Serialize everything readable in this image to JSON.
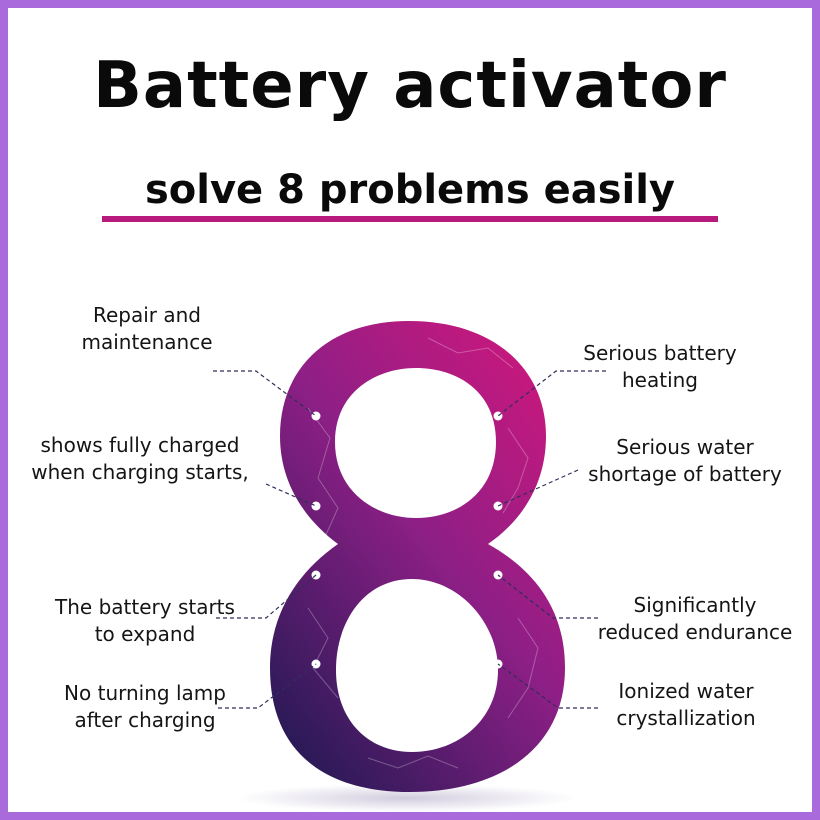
{
  "header": {
    "title": "Battery activator",
    "subtitle": "solve 8 problems easily"
  },
  "colors": {
    "frame": "#a96bdc",
    "accent": "#b8197d",
    "eight_top": "#c8187d",
    "eight_bottom": "#2c1a58"
  },
  "problems": {
    "left": [
      {
        "lines": [
          "Repair and",
          "maintenance"
        ]
      },
      {
        "lines": [
          "shows fully charged",
          "when charging starts,"
        ]
      },
      {
        "lines": [
          "The battery starts",
          "to expand"
        ]
      },
      {
        "lines": [
          "No turning lamp",
          "after charging"
        ]
      }
    ],
    "right": [
      {
        "lines": [
          "Serious battery",
          "heating"
        ]
      },
      {
        "lines": [
          "Serious water",
          "shortage of battery"
        ]
      },
      {
        "lines": [
          "Significantly",
          "reduced endurance"
        ]
      },
      {
        "lines": [
          "Ionized water",
          "crystallization"
        ]
      }
    ]
  }
}
